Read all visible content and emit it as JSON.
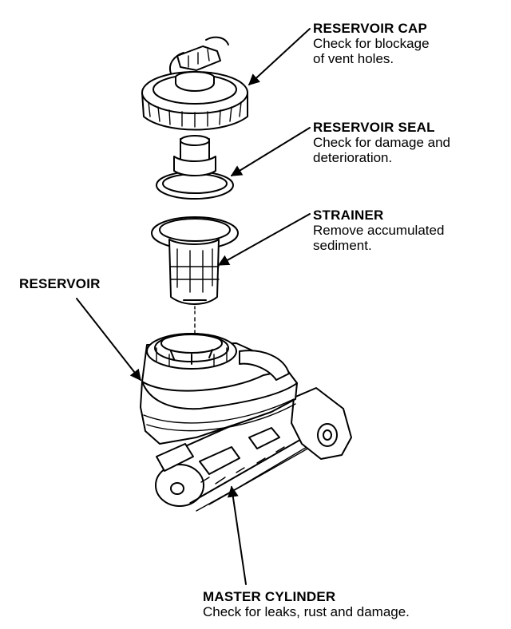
{
  "callouts": {
    "reservoir_cap": {
      "title": "RESERVOIR CAP",
      "note": "Check for blockage\nof vent holes."
    },
    "reservoir_seal": {
      "title": "RESERVOIR SEAL",
      "note": "Check for damage and\ndeterioration."
    },
    "strainer": {
      "title": "STRAINER",
      "note": "Remove accumulated\nsediment."
    },
    "reservoir": {
      "title": "RESERVOIR",
      "note": ""
    },
    "master_cylinder": {
      "title": "MASTER CYLINDER",
      "note": "Check for leaks, rust and damage."
    }
  }
}
